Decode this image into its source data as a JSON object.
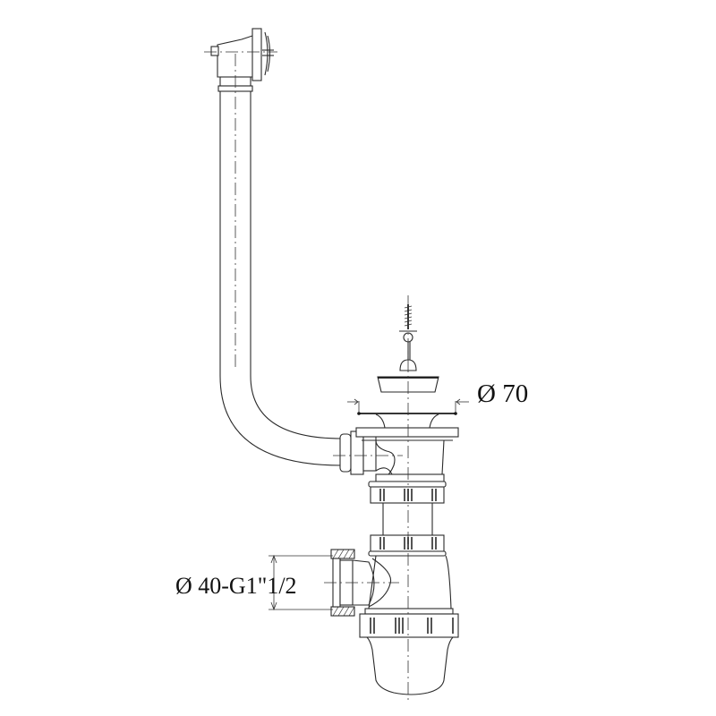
{
  "drawing": {
    "subject": "Sink waste with overflow hose and bottle trap",
    "background": "#ffffff",
    "line_color": "#2a2a2a",
    "dimensions": {
      "strainer_diameter": "Ø 70",
      "outlet_diameter": "Ø 40-G1\"1/2"
    },
    "parts": [
      "overflow-head",
      "overflow-hose",
      "plug-chain",
      "stopper-plug",
      "strainer-flange",
      "waste-body",
      "hose-connector",
      "coupling-nut-upper",
      "extension-tube",
      "coupling-nut-lower",
      "bottle-trap-body",
      "outlet-nut",
      "trap-bottom-cup"
    ]
  }
}
